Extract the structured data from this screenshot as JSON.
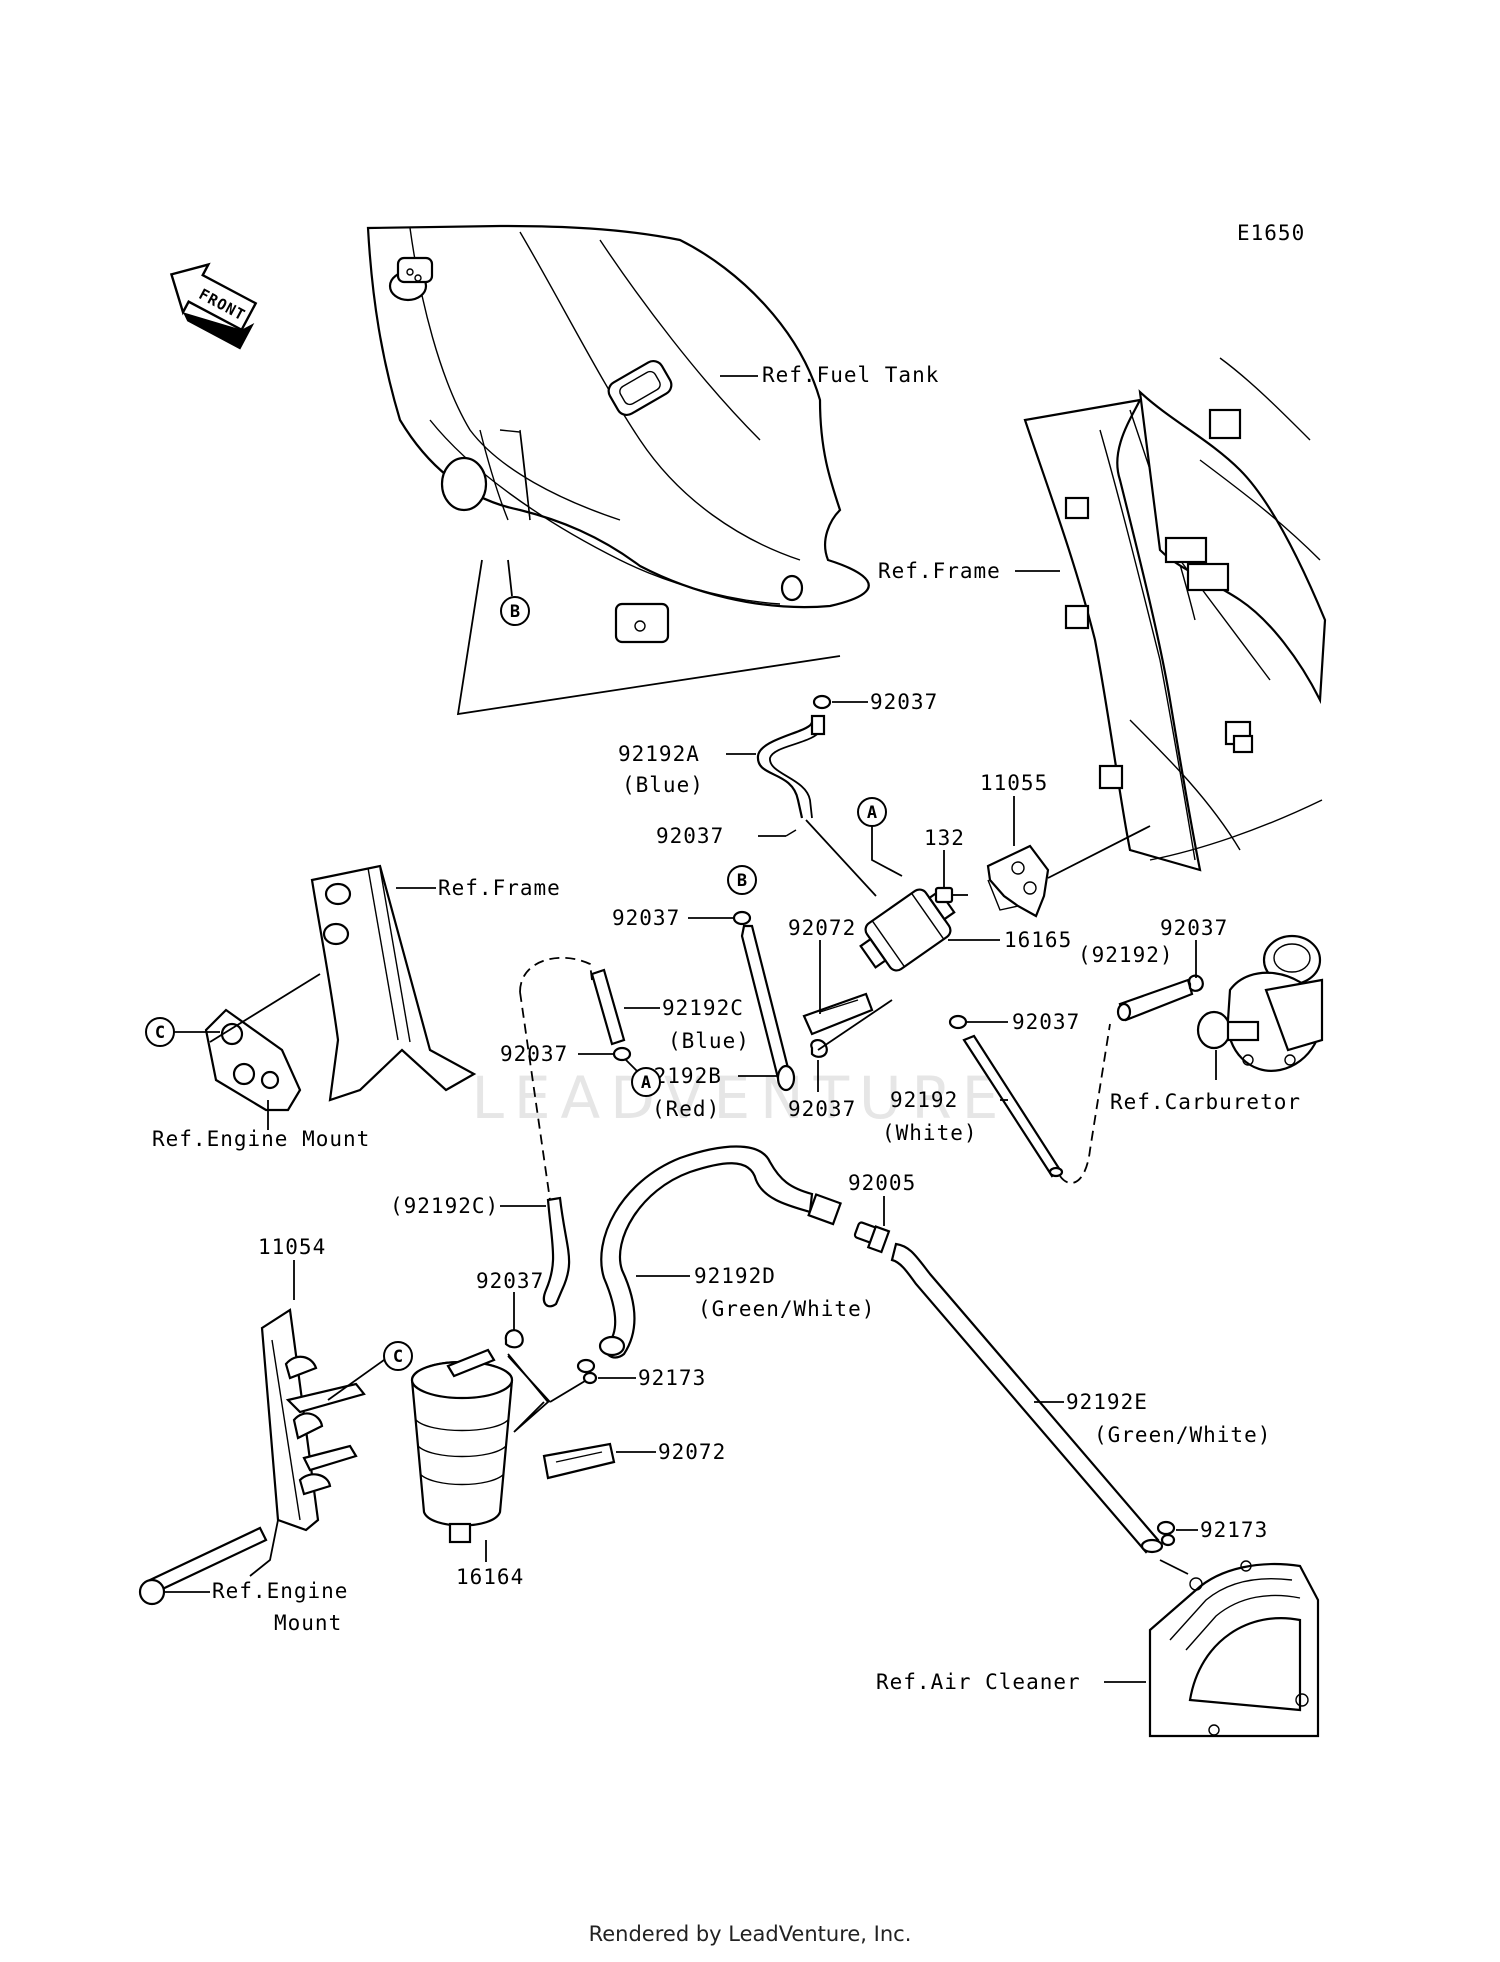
{
  "diagram_code": "E1650",
  "front_label": "FRONT",
  "watermark": "LEADVENTURE",
  "footer": "Rendered by LeadVenture, Inc.",
  "callouts": {
    "ref_fuel_tank": "Ref.Fuel Tank",
    "ref_frame_right": "Ref.Frame",
    "ref_frame_left": "Ref.Frame",
    "ref_engine_mount_upper": "Ref.Engine Mount",
    "ref_engine_mount_lower_1": "Ref.Engine",
    "ref_engine_mount_lower_2": "Mount",
    "ref_carburetor": "Ref.Carburetor",
    "ref_air_cleaner": "Ref.Air Cleaner",
    "p_92037_top": "92037",
    "p_92192A": "92192A",
    "p_92192A_color": "(Blue)",
    "p_92037_mid": "92037",
    "p_11055": "11055",
    "p_132": "132",
    "p_92037_b": "92037",
    "p_92072_mid": "92072",
    "p_16165": "16165",
    "p_92192C": "92192C",
    "p_92192C_color": "(Blue)",
    "p_92037_a": "92037",
    "p_92192_ref": "(92192)",
    "p_92037_carb": "92037",
    "p_92037_right": "92037",
    "p_92192B": "92192B",
    "p_92192B_color": "(Red)",
    "p_92037_bottom": "92037",
    "p_92192": "92192",
    "p_92192_color": "(White)",
    "p_92005": "92005",
    "p_92192C_ref": "(92192C)",
    "p_11054": "11054",
    "p_92037_can": "92037",
    "p_92192D": "92192D",
    "p_92192D_color": "(Green/White)",
    "p_92173_mid": "92173",
    "p_92192E": "92192E",
    "p_92192E_color": "(Green/White)",
    "p_92072_low": "92072",
    "p_92173_low": "92173",
    "p_16164": "16164"
  },
  "circle_markers": {
    "a_top": "A",
    "a_low": "A",
    "b_tank": "B",
    "b_hose": "B",
    "c_left": "C",
    "c_bracket": "C"
  }
}
